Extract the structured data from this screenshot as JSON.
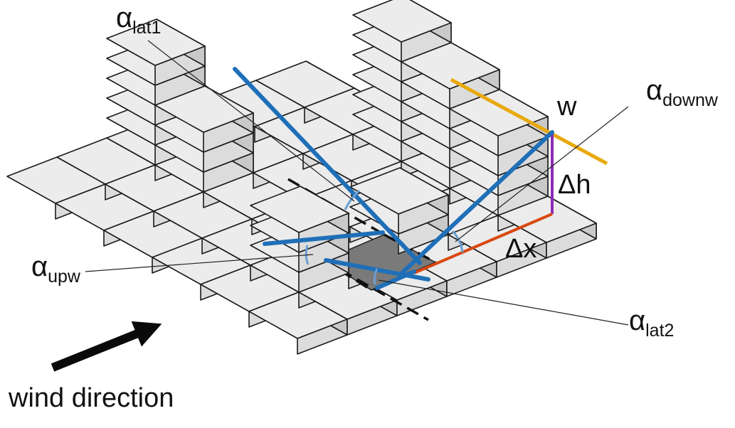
{
  "labels": {
    "alpha_lat1": {
      "symbol": "α",
      "sub": "lat1"
    },
    "alpha_downw": {
      "symbol": "α",
      "sub": "downw"
    },
    "alpha_upw": {
      "symbol": "α",
      "sub": "upw"
    },
    "alpha_lat2": {
      "symbol": "α",
      "sub": "lat2"
    },
    "w": "w",
    "delta_h": "Δh",
    "delta_x": "Δx",
    "wind_direction": "wind direction"
  },
  "colors": {
    "sight_lines": "#1f6fb8",
    "width_line": "#e8a90d",
    "height_line": "#8d2bb5",
    "distance_line": "#d9480f",
    "target_cell": "#7a7a7a",
    "wind_arrow": "#0a0a0a"
  }
}
